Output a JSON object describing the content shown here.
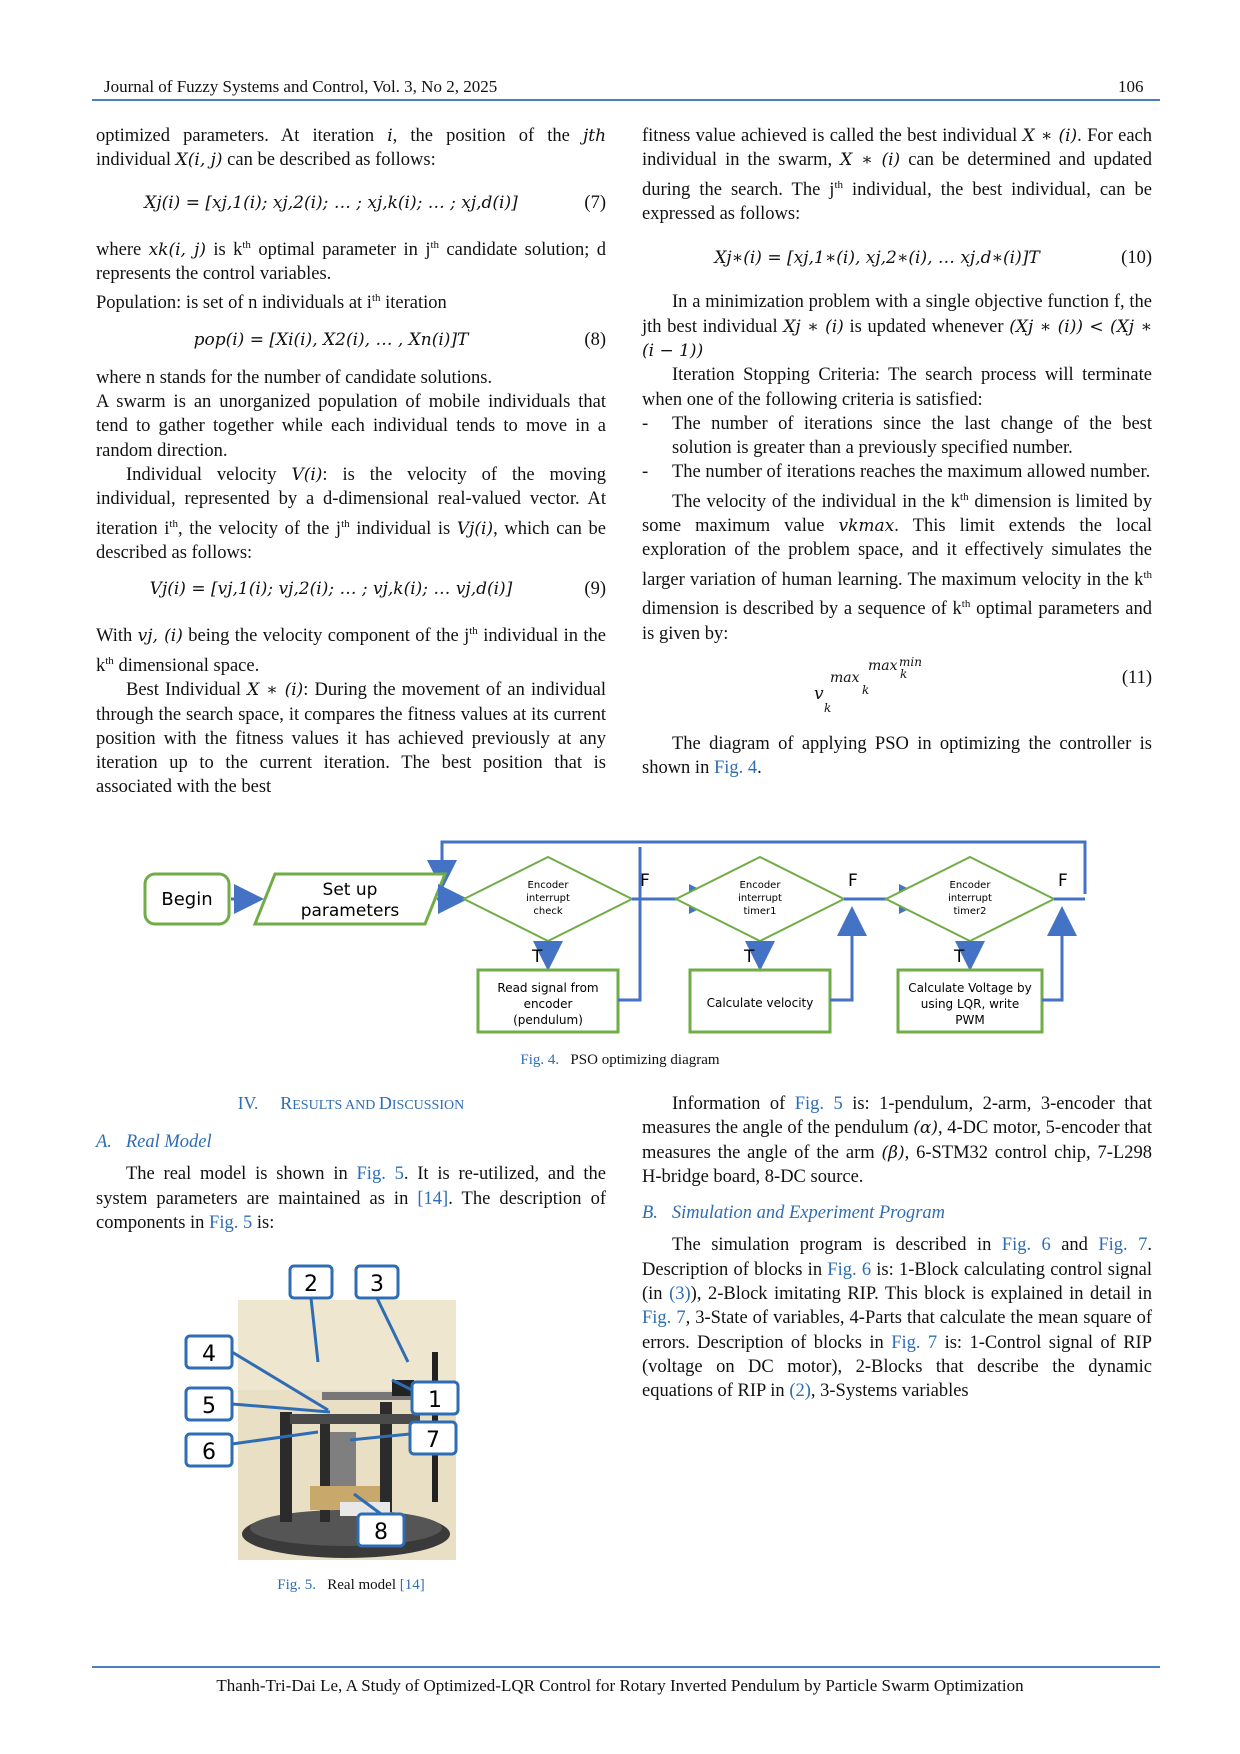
{
  "header": {
    "journal": "Journal of Fuzzy Systems and Control, Vol. 3, No 2, 2025",
    "page_number": "106"
  },
  "left_col": {
    "p1": "optimized parameters. At iteration",
    "p1_i": "i",
    "p1_b": ", the position of the",
    "p1_jth": "jth",
    "p1_c": "individual",
    "p1_X": "X(i, j)",
    "p1_d": "can be described as follows:",
    "eq7": "Xj(i) = [xj,1(i); xj,2(i); … ; xj,k(i); … ; xj,d(i)]",
    "eq7_num": "(7)",
    "p2_a": "where",
    "p2_xk": "xk(i, j)",
    "p2_b": "is k",
    "p2_c": "optimal parameter in j",
    "p2_d": "candidate solution; d represents the control variables.",
    "p3": "Population: is set of n individuals at i",
    "p3_b": "iteration",
    "eq8": "pop(i) = [Xi(i), X2(i), … , Xn(i)]T",
    "eq8_num": "(8)",
    "p4": "where n stands for the number of candidate solutions.",
    "p5": "A swarm is an unorganized population of mobile individuals that tend to gather together while each individual tends to move in a random direction.",
    "p6_a": "Individual velocity",
    "p6_V": "V(i)",
    "p6_b": ": is the velocity of the moving individual, represented by a d-dimensional real-valued vector. At iteration i",
    "p6_c": ", the velocity of the j",
    "p6_d": "individual is",
    "p6_Vj": "Vj(i)",
    "p6_e": ", which can be described as follows:",
    "eq9": "Vj(i) = [vj,1(i); vj,2(i); … ; vj,k(i); … vj,d(i)]",
    "eq9_num": "(9)",
    "p7_a": "With",
    "p7_v": "vj, (i)",
    "p7_b": "being the velocity component of the j",
    "p7_c": "individual in the k",
    "p7_d": "dimensional space.",
    "p8_a": "Best Individual",
    "p8_X": "X ∗ (i)",
    "p8_b": ": During the movement of an individual through the search space, it compares the fitness values at its current position with the fitness values it has achieved previously at any iteration up to the current iteration. The best position that is associated with the best",
    "th": "th"
  },
  "right_col": {
    "p1_a": "fitness value achieved is called the best individual",
    "p1_X": "X ∗ (i)",
    "p1_b": ". For each individual in the swarm,",
    "p1_X2": "X ∗ (i)",
    "p1_c": "can be determined and updated during the search. The j",
    "p1_d": "individual, the best individual, can be expressed as follows:",
    "eq10": "Xj∗(i) = [xj,1∗(i), xj,2∗(i), … xj,d∗(i)]T",
    "eq10_num": "(10)",
    "p2_a": "In a minimization problem with a single objective function f, the jth best individual",
    "p2_X": "Xj ∗ (i)",
    "p2_b": "is updated whenever",
    "p2_c": "(Xj ∗ (i)) < (Xj ∗ (i − 1))",
    "p3": "Iteration Stopping Criteria: The search process will terminate when one of the following criteria is satisfied:",
    "bullets": [
      "The number of iterations since the last change of the best solution is greater than a previously specified number.",
      "The number of iterations reaches the maximum allowed number."
    ],
    "dash": "-",
    "p4_a": "The velocity of the individual in the k",
    "p4_b": "dimension is limited by some maximum value",
    "p4_v": "vkmax",
    "p4_c": ". This limit extends the local exploration of the problem space, and it effectively simulates the larger variation of human learning. The maximum velocity in the k",
    "p4_d": "dimension is described by a sequence of k",
    "p4_e": "optimal parameters and is given by:",
    "eq11_v": "v",
    "eq11_k": "k",
    "eq11_max": "max",
    "eq11_maxk": "max",
    "eq11_min": "min",
    "eq11_num": "(11)",
    "p5_a": "The diagram of applying PSO in optimizing the controller is shown in",
    "p5_link": "Fig. 4",
    "p5_b": ".",
    "th": "th"
  },
  "flowchart": {
    "begin": "Begin",
    "setup_1": "Set up",
    "setup_2": "parameters",
    "d1_1": "Encoder",
    "d1_2": "interrupt",
    "d1_3": "check",
    "d2_1": "Encoder",
    "d2_2": "interrupt",
    "d2_3": "timer1",
    "d3_1": "Encoder",
    "d3_2": "interrupt",
    "d3_3": "timer2",
    "f_label": "F",
    "t_label": "T",
    "b1_1": "Read signal from",
    "b1_2": "encoder",
    "b1_3": "(pendulum)",
    "b2_1": "Calculate velocity",
    "b3_1": "Calculate Voltage by",
    "b3_2": "using LQR, write",
    "b3_3": "PWM",
    "colors": {
      "box_border": "#70ad47",
      "arrow": "#4472c4"
    }
  },
  "fig4_caption": {
    "label": "Fig. 4.",
    "text": "PSO optimizing diagram"
  },
  "section4": {
    "num": "IV.",
    "title_a": "R",
    "title_b": "ESULTS AND ",
    "title_c": "D",
    "title_d": "ISCUSSION"
  },
  "subA": {
    "label": "A.",
    "title": "Real Model"
  },
  "subA_text": {
    "a": "The real model is shown in",
    "link1": "Fig. 5",
    "b": ". It is re-utilized, and the system parameters are maintained as in",
    "link2": "[14]",
    "c": ". The description of components in",
    "link3": "Fig. 5",
    "d": "is:"
  },
  "fig5_markers": [
    "1",
    "2",
    "3",
    "4",
    "5",
    "6",
    "7",
    "8"
  ],
  "fig5_caption": {
    "label": "Fig. 5.",
    "text": "Real model",
    "ref": "[14]"
  },
  "right_bottom": {
    "p1_a": "Information of",
    "p1_link": "Fig. 5",
    "p1_b": "is: 1-pendulum, 2-arm, 3-encoder that measures the angle of the pendulum",
    "p1_alpha": "(α)",
    "p1_c": ", 4-DC motor, 5-encoder that measures the angle of the arm",
    "p1_beta": "(β)",
    "p1_d": ", 6-STM32 control chip, 7-L298 H-bridge board, 8-DC source.",
    "subB_label": "B.",
    "subB_title": "Simulation and Experiment Program",
    "p2_a": "The simulation program is described in",
    "p2_l1": "Fig. 6",
    "p2_b": "and",
    "p2_l2": "Fig. 7",
    "p2_c": ". Description of blocks in",
    "p2_l3": "Fig. 6",
    "p2_d": "is: 1-Block calculating control signal (in",
    "p2_l4": "(3)",
    "p2_e": "), 2-Block imitating RIP. This block is explained in detail in",
    "p2_l5": "Fig. 7",
    "p2_f": ", 3-State of variables, 4-Parts that calculate the mean square of errors. Description of blocks in",
    "p2_l6": "Fig. 7",
    "p2_g": "is: 1-Control signal of RIP (voltage on DC motor), 2-Blocks that describe the dynamic equations of RIP in",
    "p2_l7": "(2)",
    "p2_h": ", 3-Systems variables"
  },
  "footer": "Thanh-Tri-Dai Le, A Study of Optimized-LQR Control for Rotary Inverted Pendulum by Particle Swarm Optimization"
}
